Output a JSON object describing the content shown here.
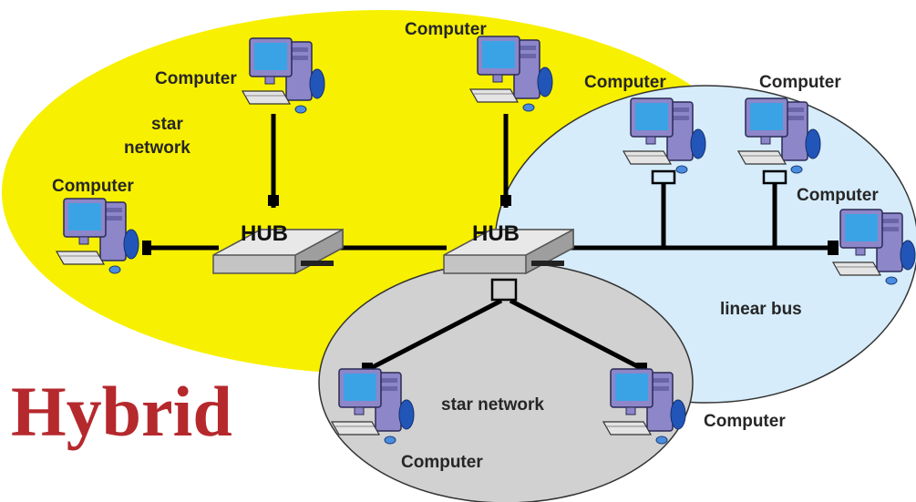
{
  "title": "Hybrid",
  "hub_label": "HUB",
  "labels": {
    "computer": "Computer",
    "star_network_1": "star",
    "star_network_2": "network",
    "star_network_bottom": "star network",
    "linear_bus": "linear bus"
  },
  "colors": {
    "star_zone": "#f7f000",
    "bus_zone": "#d6ecfa",
    "bottom_star_zone": "#d1d1d1",
    "title": "#b5292d",
    "cable": "#000000"
  },
  "icons": {
    "computer": "computer-icon",
    "hub": "hub-icon"
  }
}
